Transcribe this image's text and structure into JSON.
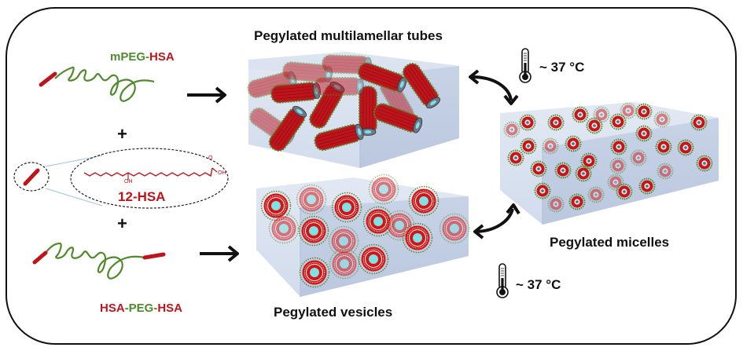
{
  "colors": {
    "peg_green": "#4f8a2b",
    "hsa_red": "#c0141c",
    "box_fill": "#c9d5e8",
    "core_cyan": "#7fe0e6",
    "text_dark": "#111111"
  },
  "left_panel": {
    "molecules": [
      {
        "name": "mPEG-HSA",
        "parts": [
          {
            "text": "mPEG-",
            "color": "green"
          },
          {
            "text": "HSA",
            "color": "red"
          }
        ]
      },
      {
        "name": "12-HSA",
        "label": "12-HSA",
        "structure_labels": {
          "hydroxyl": "OH",
          "carbonyl": "O",
          "acid": "OH"
        }
      },
      {
        "name": "HSA-PEG-HSA",
        "parts": [
          {
            "text": "HSA",
            "color": "red"
          },
          {
            "text": "-PEG-",
            "color": "green"
          },
          {
            "text": "HSA",
            "color": "red"
          }
        ]
      }
    ],
    "plus_signs": [
      "+",
      "+"
    ]
  },
  "assemblies": {
    "tubes": {
      "label": "Pegylated multilamellar tubes",
      "count": 14
    },
    "vesicles": {
      "label": "Pegylated vesicles",
      "count": 15
    },
    "micelles": {
      "label": "Pegylated micelles",
      "count": 34
    }
  },
  "transitions": [
    {
      "from": "tubes",
      "to": "micelles",
      "condition": "~ 37 °C",
      "icon": "thermometer-icon"
    },
    {
      "from": "vesicles",
      "to": "micelles",
      "condition": "~ 37 °C",
      "icon": "thermometer-icon"
    }
  ]
}
